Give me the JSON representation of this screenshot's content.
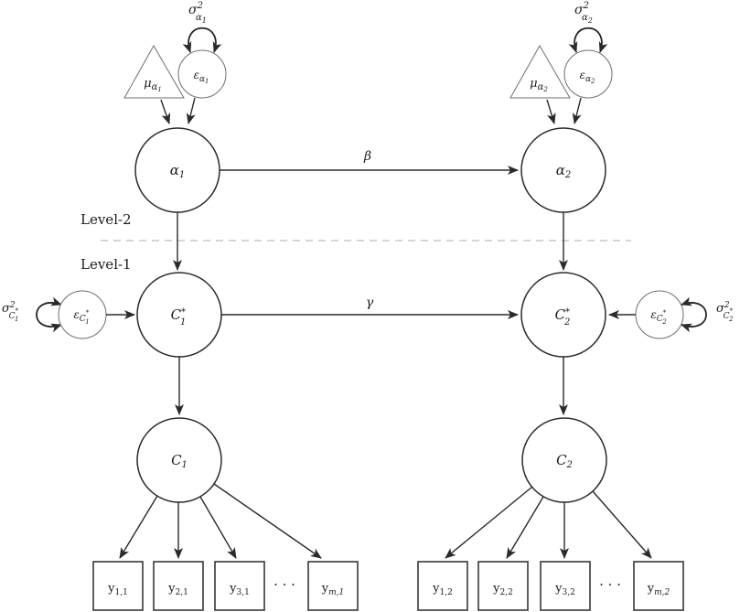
{
  "colors": {
    "line": "#2a2a2a",
    "thin_outline": "#6f6f6f",
    "divider": "#bcbcbc",
    "text": "#1c1c1c",
    "background": "#ffffff"
  },
  "levels": {
    "level2": "Level-2",
    "level1": "Level-1"
  },
  "edges": {
    "beta": "β",
    "gamma": "γ"
  },
  "left": {
    "variance_alpha": {
      "sigma": "σ",
      "sup": "2",
      "sub": "α",
      "sub_idx": "1"
    },
    "eps_alpha": {
      "eps": "ε",
      "sub": "α",
      "sub_idx": "1"
    },
    "mu_alpha": {
      "mu": "μ",
      "sub": "α",
      "sub_idx": "1"
    },
    "alpha": {
      "base": "α",
      "idx": "1"
    },
    "variance_cstar": {
      "sigma": "σ",
      "sup": "2",
      "c": "C",
      "star": "*",
      "idx": "1"
    },
    "eps_cstar": {
      "eps": "ε",
      "c": "C",
      "star": "*",
      "idx": "1"
    },
    "cstar": {
      "c": "C",
      "star": "*",
      "idx": "1"
    },
    "c": {
      "base": "C",
      "idx": "1"
    },
    "dots": "· · ·",
    "squares": [
      {
        "base": "y",
        "idx": "1,1"
      },
      {
        "base": "y",
        "idx": "2,1"
      },
      {
        "base": "y",
        "idx": "3,1"
      },
      {
        "base": "y",
        "idx": "m,1"
      }
    ]
  },
  "right": {
    "variance_alpha": {
      "sigma": "σ",
      "sup": "2",
      "sub": "α",
      "sub_idx": "2"
    },
    "eps_alpha": {
      "eps": "ε",
      "sub": "α",
      "sub_idx": "2"
    },
    "mu_alpha": {
      "mu": "μ",
      "sub": "α",
      "sub_idx": "2"
    },
    "alpha": {
      "base": "α",
      "idx": "2"
    },
    "variance_cstar": {
      "sigma": "σ",
      "sup": "2",
      "c": "C",
      "star": "*",
      "idx": "2"
    },
    "eps_cstar": {
      "eps": "ε",
      "c": "C",
      "star": "*",
      "idx": "2"
    },
    "cstar": {
      "c": "C",
      "star": "*",
      "idx": "2"
    },
    "c": {
      "base": "C",
      "idx": "2"
    },
    "dots": "· · ·",
    "squares": [
      {
        "base": "y",
        "idx": "1,2"
      },
      {
        "base": "y",
        "idx": "2,2"
      },
      {
        "base": "y",
        "idx": "3,2"
      },
      {
        "base": "y",
        "idx": "m,2"
      }
    ]
  }
}
